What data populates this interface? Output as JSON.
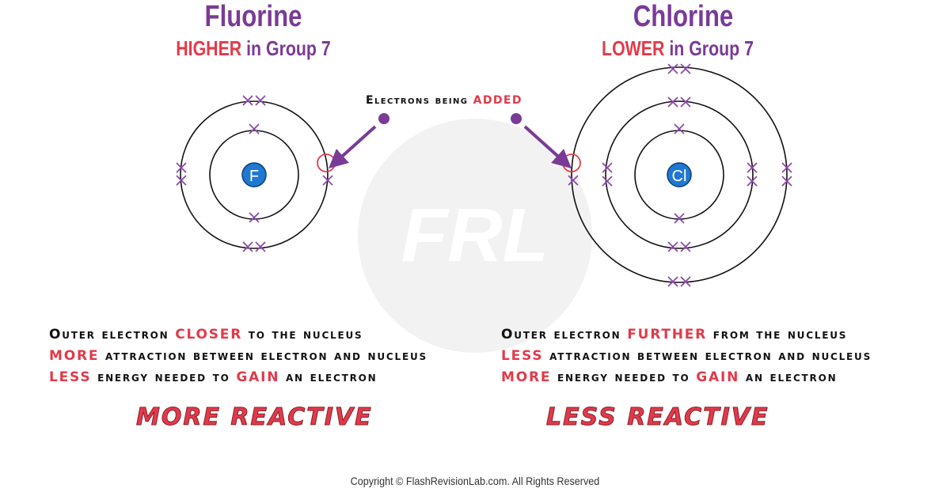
{
  "watermark": {
    "text": "FRL",
    "color": "#f2f2f2"
  },
  "colors": {
    "purple": "#7a3b96",
    "red": "#e23a4a",
    "nucleus": "#1f78d1",
    "cross": "#8b4aa8"
  },
  "left": {
    "title": "Fluorine",
    "subtitle_highlight": "HIGHER",
    "subtitle_rest": " in Group 7",
    "nucleus_symbol": "F",
    "lines": [
      {
        "pre": "Outer electron ",
        "hl": "CLOSER",
        "post": " to the nucleus"
      },
      {
        "pre": "",
        "hl": "MORE",
        "post": " attraction between electron and nucleus"
      },
      {
        "pre": "",
        "hl": "LESS",
        "post": " energy needed to ",
        "hl2": "GAIN",
        "post2": " an electron"
      }
    ],
    "verdict": "MORE REACTIVE"
  },
  "right": {
    "title": "Chlorine",
    "subtitle_highlight": "LOWER",
    "subtitle_rest": " in Group 7",
    "nucleus_symbol": "Cl",
    "lines": [
      {
        "pre": "Outer electron ",
        "hl": "FURTHER",
        "post": " from the nucleus"
      },
      {
        "pre": "",
        "hl": "LESS",
        "post": " attraction between electron and nucleus"
      },
      {
        "pre": "",
        "hl": "MORE",
        "post": " energy needed to ",
        "hl2": "GAIN",
        "post2": " an electron"
      }
    ],
    "verdict": "LESS REACTIVE"
  },
  "caption": {
    "pre": "Electrons being ",
    "hl": "ADDED"
  },
  "copyright": "Copyright © FlashRevisionLab.com. All Rights Reserved"
}
